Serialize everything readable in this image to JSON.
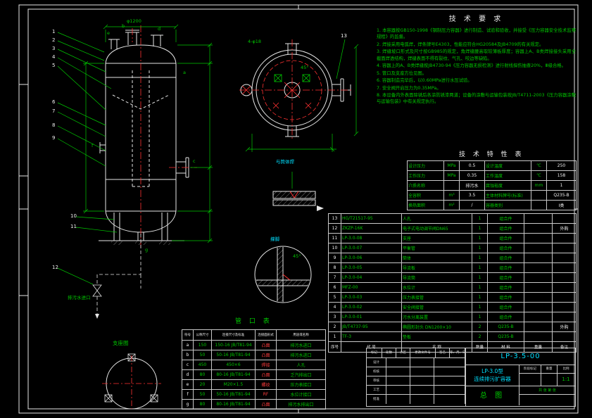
{
  "colors": {
    "bg": "#000000",
    "line": "#e6e6e6",
    "green": "#00c800",
    "red": "#ff3232",
    "cyan": "#00e0ff"
  },
  "tech_req": {
    "title": "技 术 要 求",
    "items": [
      "1. 本容器按GB150-1998《钢制压力容器》进行制造、试验和验收，并接受《压力容器安全技术监察规程》的监督。",
      "2. 焊接采用电弧焊，焊条牌号E4303，性能应符合HG20584及JB4709的有关规定。",
      "3. 焊缝坡口形式及尺寸按GB985的规定，角焊缝腰高取较薄板厚度；容器上A、B类焊接接头采用全截面焊透结构，焊缝表面不得有裂纹、气孔、咬边等缺陷。",
      "4. 容器上的A、B类焊缝按JB4730-94《压力容器无损检测》进行射线探伤抽查20%，Ⅲ级合格。",
      "5. 管口及支座方位见图。",
      "6. 容器制造完毕后，以0.60MPa进行水压试验。",
      "7. 安全阀开启压力为0.35MPa。",
      "8. 本设备内外表面除锈后各涂防锈漆两道；设备的涂敷与运输包装按JB/T4711-2003《压力容器涂敷与运输包装》中有关规定执行。"
    ]
  },
  "tech_table": {
    "title": "技 术 特 性 表",
    "rows": [
      {
        "l1": "设计压力",
        "u1": "MPa",
        "v1": "0.5",
        "l2": "设计温度",
        "u2": "℃",
        "v2": "250"
      },
      {
        "l1": "工作压力",
        "u1": "MPa",
        "v1": "0.35",
        "l2": "工作温度",
        "u2": "℃",
        "v2": "158"
      },
      {
        "l1": "介质名称",
        "u1": "",
        "v1": "排污水",
        "l2": "腐蚀裕度",
        "u2": "mm",
        "v2": "1"
      },
      {
        "l1": "全容积",
        "u1": "m³",
        "v1": "3.5",
        "l2": "主体材料牌号(标准)",
        "u2": "",
        "v2": "Q235-B"
      },
      {
        "l1": "换热面积",
        "u1": "m²",
        "v1": "/",
        "l2": "容器类别",
        "u2": "",
        "v2": "Ⅰ类"
      }
    ]
  },
  "bom": {
    "headers": [
      "序号",
      "代  号",
      "名  称",
      "数量",
      "材  料",
      "重量",
      "备注"
    ],
    "rows": [
      {
        "no": "13",
        "code": "HG/T21517-95",
        "name": "人孔",
        "qty": "1",
        "mat": "组合件",
        "note": ""
      },
      {
        "no": "12",
        "code": "ZKZP-16K",
        "name": "电子式电动调节阀DN65",
        "qty": "1",
        "mat": "组合件",
        "note": "外购"
      },
      {
        "no": "11",
        "code": "LP-3.0-08",
        "name": "支座",
        "qty": "1",
        "mat": "组合件",
        "note": ""
      },
      {
        "no": "10",
        "code": "LP-3.0-07",
        "name": "平衡管",
        "qty": "1",
        "mat": "组合件",
        "note": ""
      },
      {
        "no": "9",
        "code": "LP-3.0-06",
        "name": "筒体",
        "qty": "1",
        "mat": "组合件",
        "note": ""
      },
      {
        "no": "8",
        "code": "LP-3.0-05",
        "name": "导流板",
        "qty": "1",
        "mat": "组合件",
        "note": ""
      },
      {
        "no": "7",
        "code": "LP-3.0-04",
        "name": "导流筒",
        "qty": "1",
        "mat": "组合件",
        "note": ""
      },
      {
        "no": "6",
        "code": "MFZ-00",
        "name": "水位计",
        "qty": "1",
        "mat": "组合件",
        "note": ""
      },
      {
        "no": "5",
        "code": "LP-3.0-03",
        "name": "压力表接管",
        "qty": "1",
        "mat": "组合件",
        "note": ""
      },
      {
        "no": "4",
        "code": "LP-3.0-02",
        "name": "安全阀接管",
        "qty": "1",
        "mat": "组合件",
        "note": ""
      },
      {
        "no": "3",
        "code": "LP-3.0-01",
        "name": "污水分离装置",
        "qty": "1",
        "mat": "组合件",
        "note": ""
      },
      {
        "no": "2",
        "code": "JB/T4737-95",
        "name": "椭圆形封头 DN1200×10",
        "qty": "2",
        "mat": "Q235-B",
        "note": "外购"
      },
      {
        "no": "1",
        "code": "TF-3",
        "name": "垫板",
        "qty": "2",
        "mat": "Q235-B",
        "note": ""
      }
    ]
  },
  "nozzle_table": {
    "title": "管 口 表",
    "headers": [
      "符号",
      "公称尺寸",
      "连接尺寸及标准",
      "连接面形式",
      "用途或名称"
    ],
    "rows": [
      {
        "sym": "a",
        "dn": "150",
        "std": "150-16 JB/T81-94",
        "face": "凸面",
        "use": "排污水进口"
      },
      {
        "sym": "b",
        "dn": "50",
        "std": "50-16 JB/T81-94",
        "face": "凸面",
        "use": "排污水进口"
      },
      {
        "sym": "c",
        "dn": "450",
        "std": "450×6",
        "face": "焊接",
        "use": "人孔"
      },
      {
        "sym": "d",
        "dn": "80",
        "std": "80-16 JB/T81-94",
        "face": "凸面",
        "use": "乏汽排出口"
      },
      {
        "sym": "e",
        "dn": "20",
        "std": "M20×1.5",
        "face": "螺纹",
        "use": "压力表接口"
      },
      {
        "sym": "f",
        "dn": "50",
        "std": "50-16 JB/T81-94",
        "face": "RF",
        "use": "水位计接口"
      },
      {
        "sym": "g",
        "dn": "80",
        "std": "80-16 JB/T81-94",
        "face": "凸面",
        "use": "排污水排出口"
      }
    ]
  },
  "title_block": {
    "model": "LP-3.0型",
    "product": "连续排污扩容器",
    "dwg_no": "LP-3.5-00",
    "sheet_name": "总 图",
    "stage_label": "阶段标记",
    "weight_label": "重量",
    "scale_label": "比例",
    "scale": "1:1",
    "sheets": "共 张 第 张",
    "rev_headers": [
      "标记",
      "处数",
      "分区",
      "更改文件号",
      "签名",
      "年、月、日"
    ],
    "sign_rows": [
      "设计",
      "校核",
      "审核",
      "工艺",
      "批准"
    ]
  },
  "annotations": {
    "callouts": [
      "1",
      "2",
      "3",
      "4",
      "5",
      "6",
      "7",
      "8",
      "9",
      "10",
      "11",
      "12",
      "13"
    ],
    "dim_head": "φ1200",
    "bolt_note": "4-φ18",
    "angle": "45°",
    "weld_note1": "与筒体焊",
    "weld_note2": "撑脚",
    "inlet_label": "排污水进口",
    "support_title": "支座图"
  }
}
